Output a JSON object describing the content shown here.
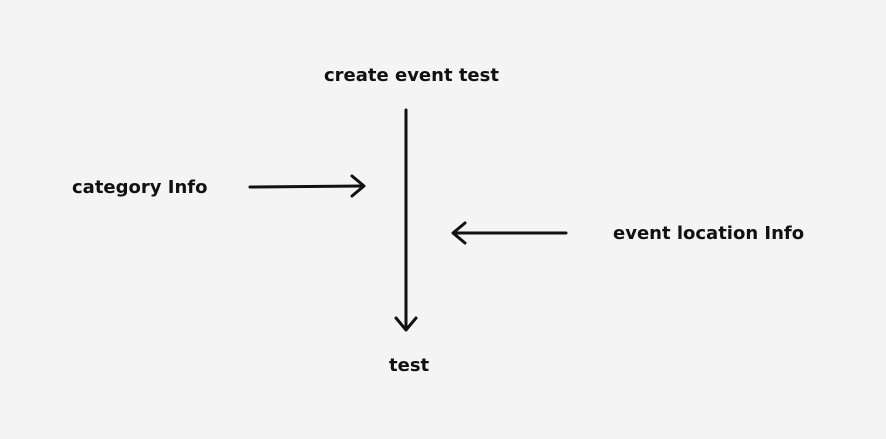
{
  "diagram": {
    "nodes": {
      "top": "create event test",
      "left": "category Info",
      "right": "event location Info",
      "bottom": "test"
    },
    "edges": [
      {
        "from": "create event test",
        "to": "test"
      },
      {
        "from": "category Info",
        "to": "create event test"
      },
      {
        "from": "event location Info",
        "to": "create event test"
      }
    ],
    "colors": {
      "background": "#f4f4f4",
      "ink": "#111111"
    }
  }
}
